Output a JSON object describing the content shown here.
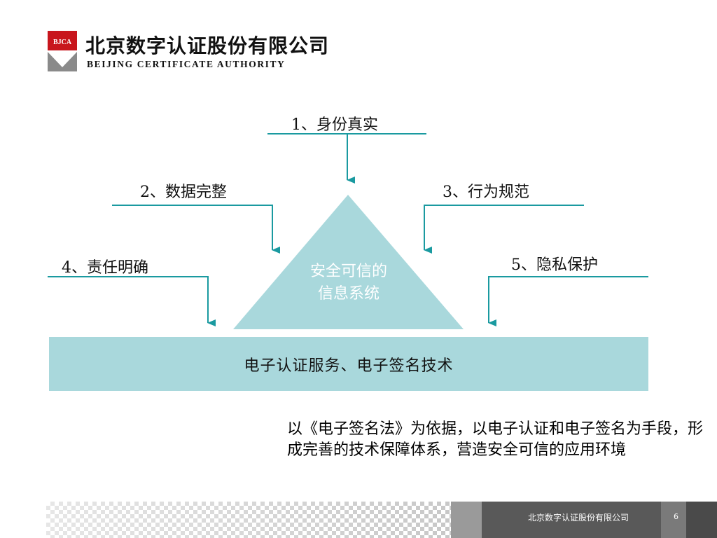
{
  "logo": {
    "badge_text": "BJCA",
    "company_cn": "北京数字认证股份有限公司",
    "company_en": "BEIJING CERTIFICATE AUTHORITY"
  },
  "diagram": {
    "pillars": [
      "1、身份真实",
      "2、数据完整",
      "3、行为规范",
      "4、责任明确",
      "5、隐私保护"
    ],
    "triangle_lines": [
      "安全可信的",
      "信息系统"
    ],
    "base": "电子认证服务、电子签名技术"
  },
  "body_text": "以《电子签名法》为依据，以电子认证和电子签名为手段，形成完善的技术保障体系，营造安全可信的应用环境",
  "footer": {
    "company": "北京数字认证股份有限公司",
    "page_number": "6"
  },
  "colors": {
    "teal_line": "#1a9aa0",
    "triangle_fill": "#a9d8dc",
    "base_fill": "#a9d8dc",
    "logo_red": "#c8161d",
    "footer_dark": "#595959"
  }
}
